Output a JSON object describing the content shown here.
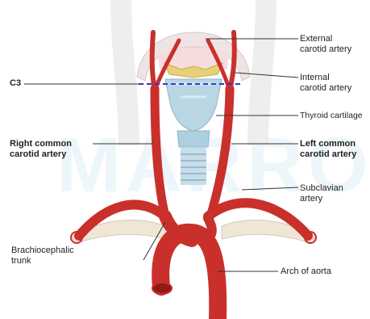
{
  "watermark": "MARROW",
  "labels": {
    "external_carotid": [
      "External",
      "carotid artery"
    ],
    "c3": "C3",
    "internal_carotid": [
      "Internal",
      "carotid artery"
    ],
    "thyroid_cartilage": "Thyroid cartilage",
    "right_common_carotid": [
      "Right common",
      "carotid artery"
    ],
    "left_common_carotid": [
      "Left common",
      "carotid artery"
    ],
    "subclavian": [
      "Subclavian",
      "artery"
    ],
    "brachiocephalic": [
      "Brachiocephalic",
      "trunk"
    ],
    "arch_of_aorta": "Arch of aorta"
  },
  "colors": {
    "artery": "#c9302c",
    "artery_dark": "#9e1f1c",
    "cartilage": "#b9d6e4",
    "bone": "#efe6d6",
    "hyoid": "#e8cf78",
    "c3_line": "#2a3bd6"
  }
}
